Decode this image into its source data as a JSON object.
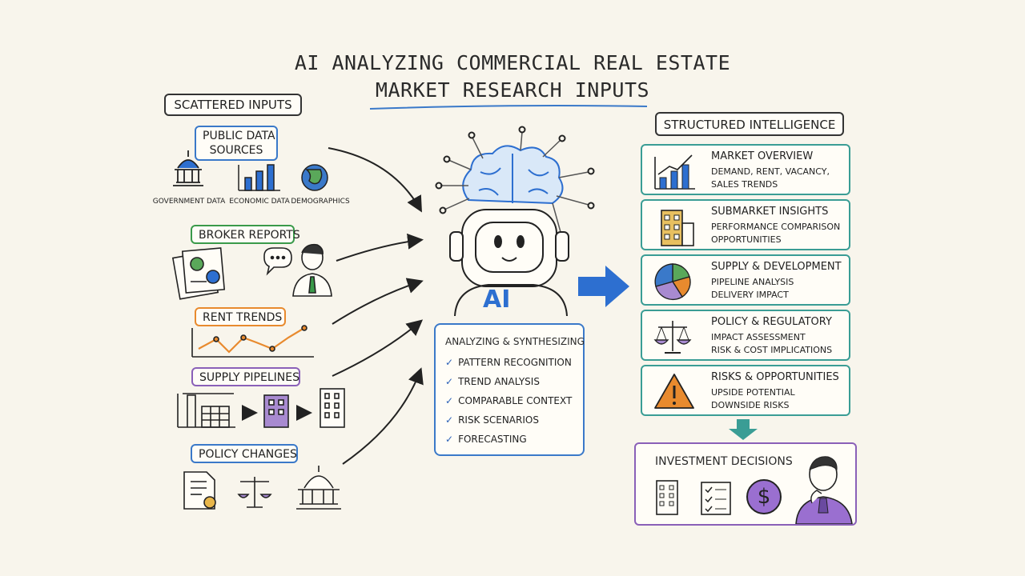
{
  "title": {
    "line1": "AI ANALYZING COMMERCIAL REAL ESTATE",
    "line2": "MARKET RESEARCH INPUTS"
  },
  "inputs": {
    "header": "SCATTERED INPUTS",
    "public_data": {
      "label_line1": "PUBLIC DATA",
      "label_line2": "SOURCES",
      "items": [
        "GOVERNMENT DATA",
        "ECONOMIC DATA",
        "DEMOGRAPHICS"
      ]
    },
    "broker_reports": {
      "label": "BROKER REPORTS"
    },
    "rent_trends": {
      "label": "RENT TRENDS"
    },
    "supply_pipelines": {
      "label": "SUPPLY PIPELINES"
    },
    "policy_changes": {
      "label": "POLICY CHANGES"
    }
  },
  "ai": {
    "badge": "AI",
    "panel_title": "ANALYZING & SYNTHESIZING",
    "checklist": [
      "PATTERN RECOGNITION",
      "TREND ANALYSIS",
      "COMPARABLE CONTEXT",
      "RISK SCENARIOS",
      "FORECASTING"
    ]
  },
  "outputs": {
    "header": "STRUCTURED INTELLIGENCE",
    "cards": [
      {
        "title": "MARKET OVERVIEW",
        "line1": "DEMAND, RENT, VACANCY,",
        "line2": "SALES TRENDS",
        "icon": "bar-chart-icon"
      },
      {
        "title": "SUBMARKET INSIGHTS",
        "line1": "PERFORMANCE COMPARISON",
        "line2": "OPPORTUNITIES",
        "icon": "building-icon"
      },
      {
        "title": "SUPPLY & DEVELOPMENT",
        "line1": "PIPELINE ANALYSIS",
        "line2": "DELIVERY IMPACT",
        "icon": "pie-chart-icon"
      },
      {
        "title": "POLICY & REGULATORY",
        "line1": "IMPACT ASSESSMENT",
        "line2": "RISK & COST IMPLICATIONS",
        "icon": "scales-icon"
      },
      {
        "title": "RISKS & OPPORTUNITIES",
        "line1": "UPSIDE POTENTIAL",
        "line2": "DOWNSIDE RISKS",
        "icon": "warning-icon"
      }
    ]
  },
  "decision": {
    "label": "INVESTMENT DECISIONS",
    "dollar_symbol": "$"
  },
  "colors": {
    "teal": "#3a9d95",
    "blue": "#2d6fd0",
    "purple": "#8a60b8",
    "orange": "#e88a2e",
    "green": "#3a9a4a"
  }
}
